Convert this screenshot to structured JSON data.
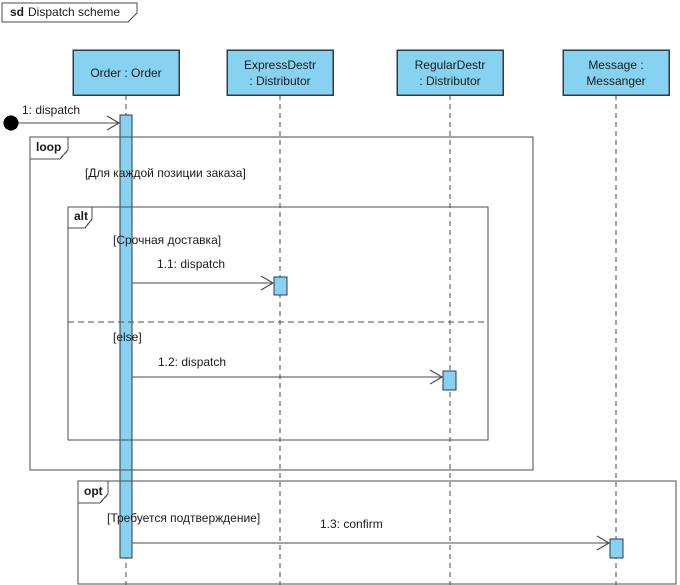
{
  "frame": {
    "keyword": "sd",
    "name": "Dispatch scheme"
  },
  "lifelines": [
    {
      "lines": [
        "Order : Order"
      ]
    },
    {
      "lines": [
        "ExpressDestr",
        ": Distributor"
      ]
    },
    {
      "lines": [
        "RegularDestr",
        ": Distributor"
      ]
    },
    {
      "lines": [
        "Message :",
        "Messanger"
      ]
    }
  ],
  "messages": [
    {
      "label": "1: dispatch"
    },
    {
      "label": "1.1: dispatch"
    },
    {
      "label": "1.2: dispatch"
    },
    {
      "label": "1.3: confirm"
    }
  ],
  "fragments": {
    "loop": {
      "operator": "loop",
      "guard": "[Для каждой позиции заказа]"
    },
    "alt": {
      "operator": "alt",
      "guard_if": "[Срочная доставка]",
      "guard_else": "[else]"
    },
    "opt": {
      "operator": "opt",
      "guard": "[Требуется подтверждение]"
    }
  },
  "colors": {
    "shape_fill": "#86D2F0",
    "shape_border": "#2F3B45",
    "line": "#4D4D4D",
    "text": "#1A1A1A",
    "background": "#FFFFFF"
  }
}
